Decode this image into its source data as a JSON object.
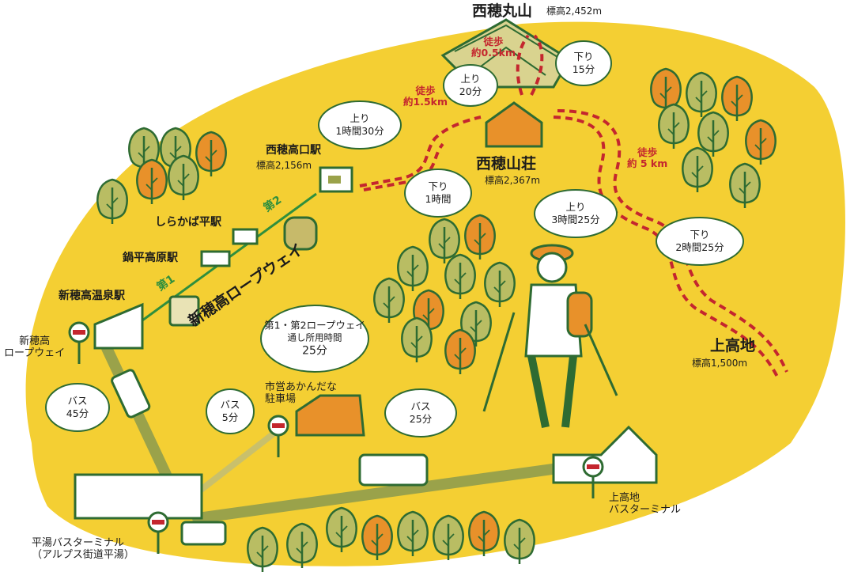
{
  "summit": {
    "name": "西穂丸山",
    "alt": "標高2,452m"
  },
  "sanso": {
    "name": "西穂山荘",
    "alt": "標高2,367m"
  },
  "kogen_station": {
    "name": "西穂高口駅",
    "alt": "標高2,156m"
  },
  "kamikochi": {
    "name": "上高地",
    "alt": "標高1,500m"
  },
  "stations": {
    "shirakaba": "しらかば平駅",
    "nabedaira": "鍋平高原駅",
    "shinhotaka_onsen": "新穂高温泉駅"
  },
  "ropeway": {
    "name": "新穂高ロープウェイ",
    "first": "第1",
    "second": "第2"
  },
  "walks": {
    "summit": [
      "徒歩",
      "約0.5km"
    ],
    "sanso": [
      "徒歩",
      "約1.5km"
    ],
    "kamikochi": [
      "徒歩",
      "約 5 km"
    ]
  },
  "bubbles": {
    "summit_down": [
      "下り",
      "15分"
    ],
    "summit_up": [
      "上り",
      "20分"
    ],
    "sanso_up": [
      "上り",
      "1時間30分"
    ],
    "sanso_down": [
      "下り",
      "1時間"
    ],
    "kamikochi_up": [
      "上り",
      "3時間25分"
    ],
    "kamikochi_down": [
      "下り",
      "2時間25分"
    ],
    "ropeway_time": [
      "第1・第2ロープウェイ",
      "通し所用時間",
      "25分"
    ],
    "bus45": [
      "バス",
      "45分"
    ],
    "bus5": [
      "バス",
      "5分"
    ],
    "bus25": [
      "バス",
      "25分"
    ]
  },
  "bus_stops": {
    "shinhotaka": [
      "新穂高",
      "ロープウェイ"
    ],
    "akandana": [
      "市営あかんだな",
      "駐車場"
    ],
    "kamikochi_terminal": [
      "上高地",
      "バスターミナル"
    ],
    "hirayu": [
      "平湯バスターミナル",
      "（アルプス街道平湯）"
    ]
  },
  "colors": {
    "land": "#f4cf33",
    "route_red": "#c4262e",
    "ropeway_green": "#2f8f3d",
    "tree_green": "#b9bd63",
    "tree_orange": "#e8912a",
    "road": "#9aa24a",
    "outline": "#2e6b32"
  }
}
